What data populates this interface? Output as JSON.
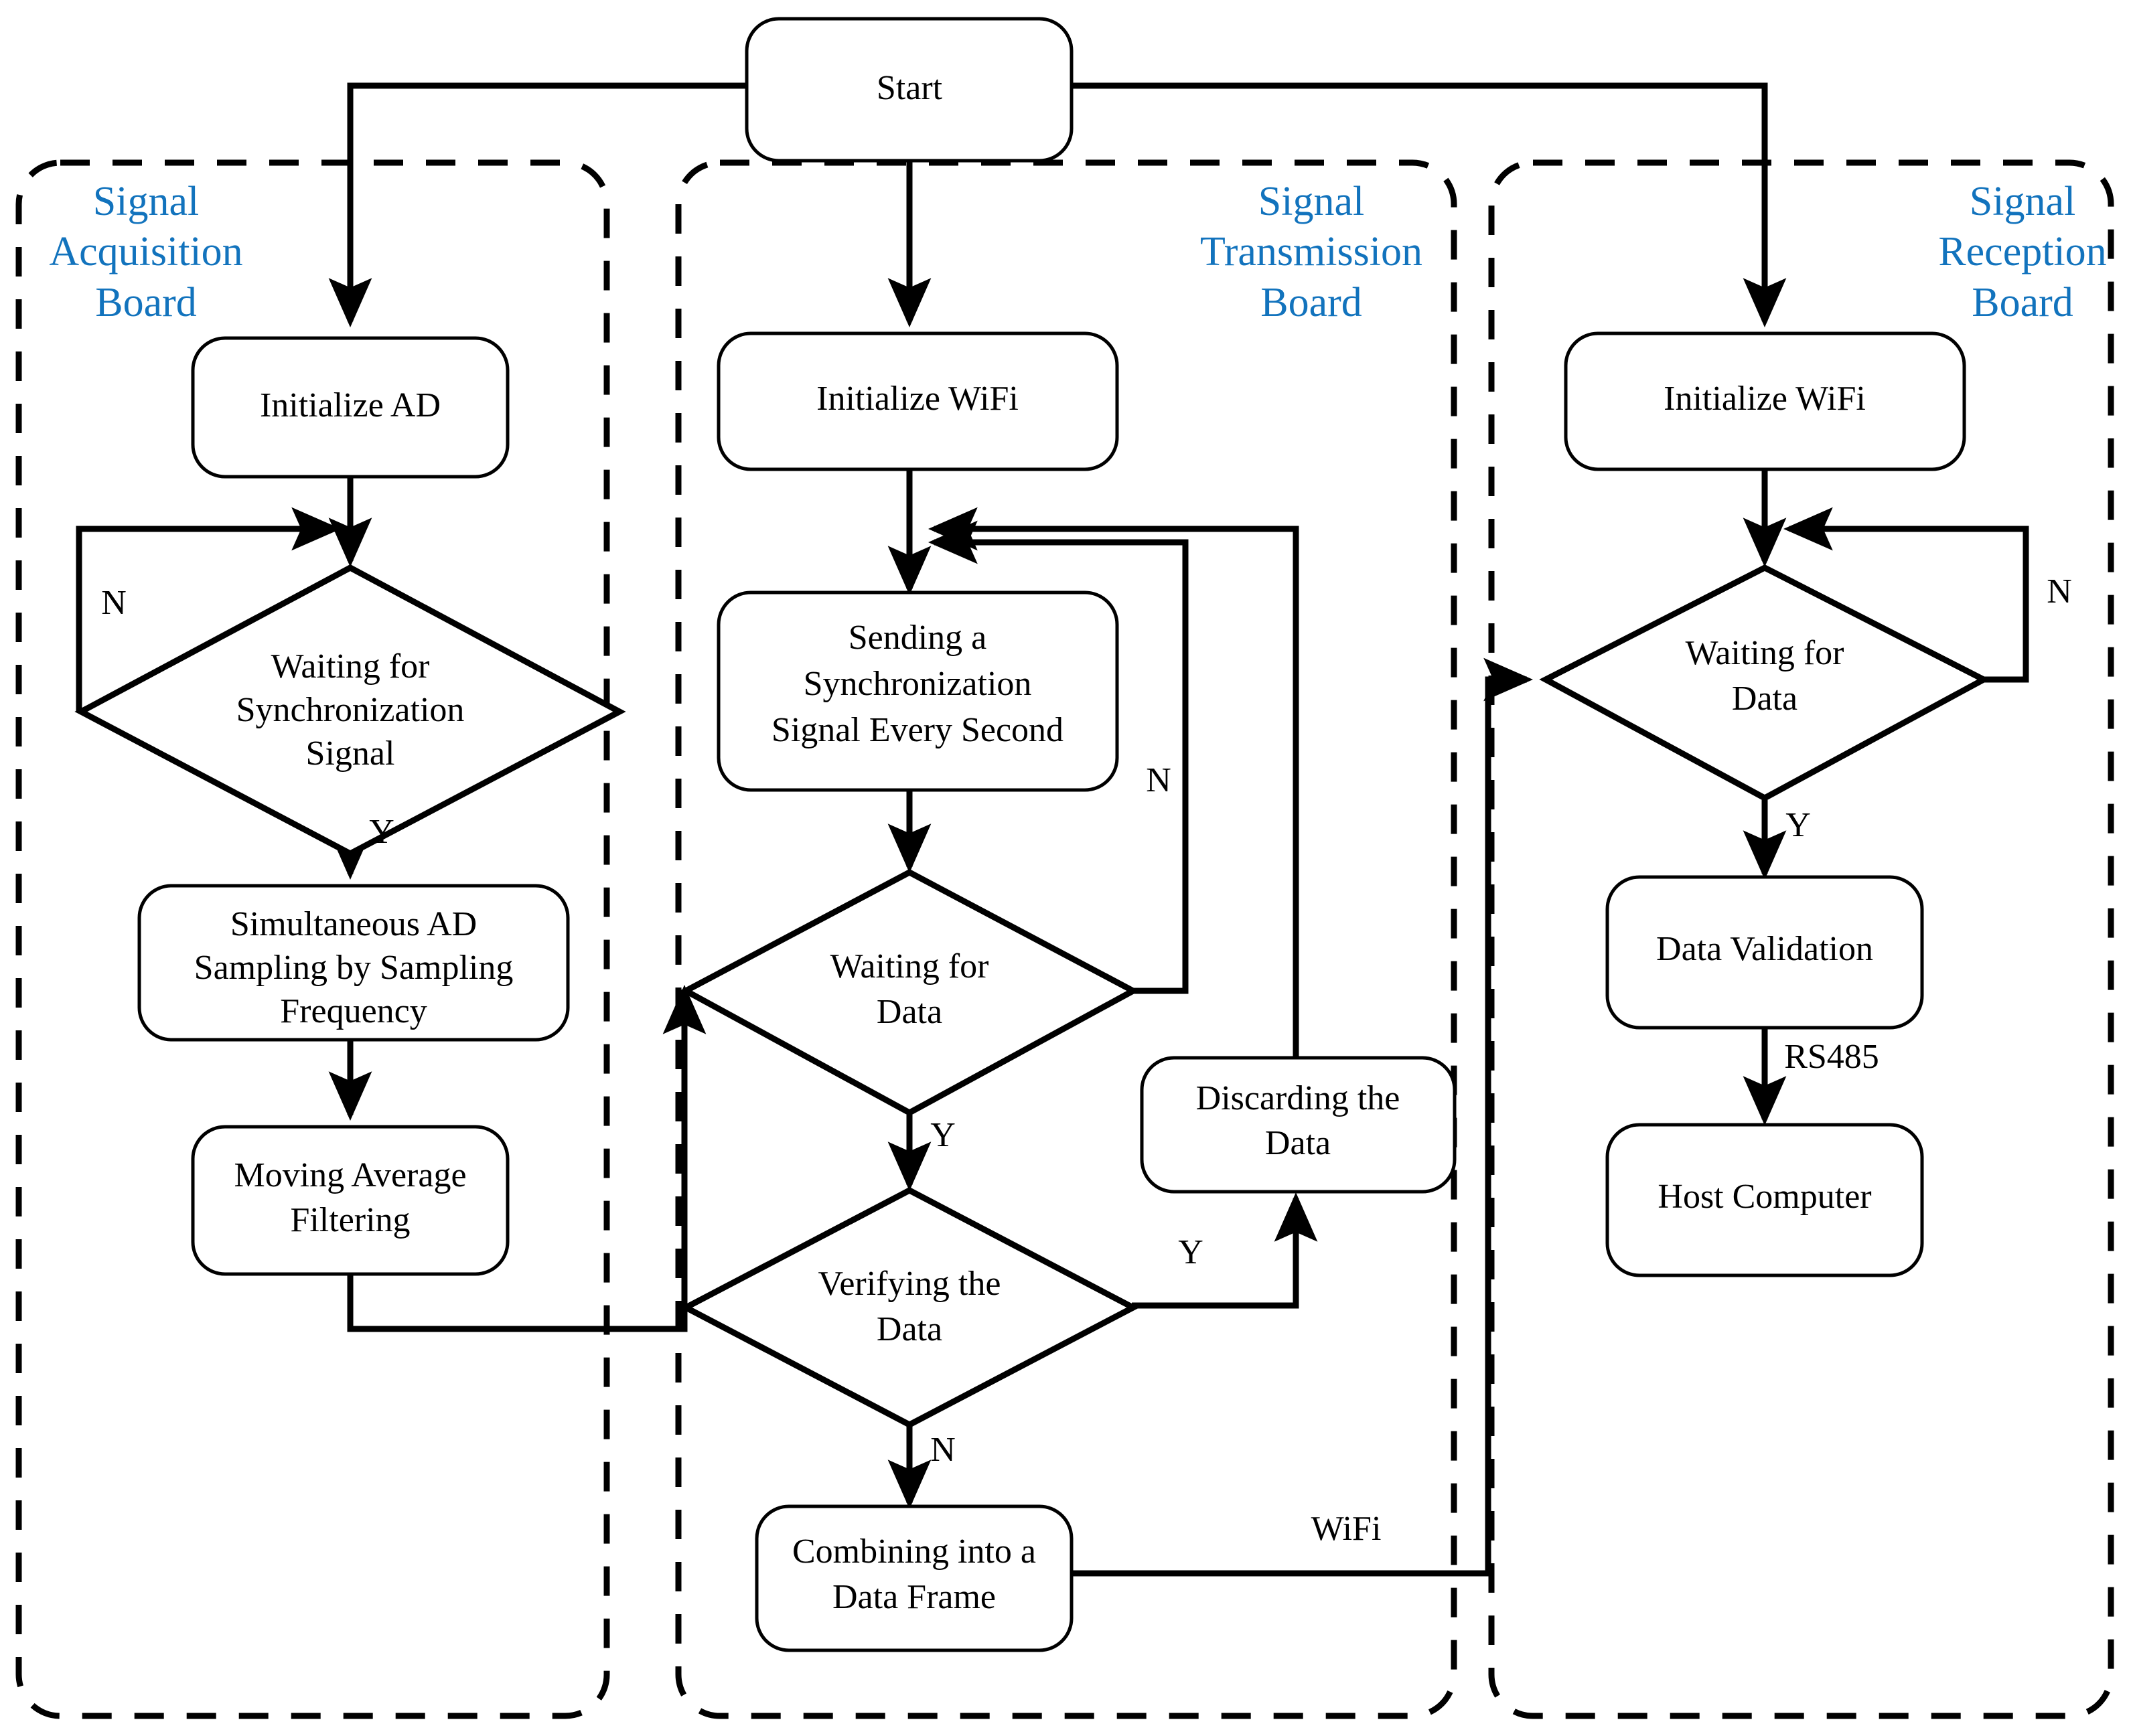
{
  "diagram": {
    "title": "Signal acquisition, transmission and reception flowchart",
    "accent_color": "#1273bd",
    "line_color": "#000000",
    "background": "#ffffff"
  },
  "panels": [
    {
      "id": "acquisition",
      "label_lines": [
        "Signal",
        "Acquisition",
        "Board"
      ]
    },
    {
      "id": "transmission",
      "label_lines": [
        "Signal",
        "Transmission",
        "Board"
      ]
    },
    {
      "id": "reception",
      "label_lines": [
        "Signal",
        "Reception",
        "Board"
      ]
    }
  ],
  "nodes": {
    "start": {
      "label": "Start",
      "shape": "rounded-rect"
    },
    "init_ad": {
      "label": "Initialize AD",
      "shape": "rounded-rect"
    },
    "wait_sync": {
      "label_lines": [
        "Waiting for",
        "Synchronization",
        "Signal"
      ],
      "shape": "diamond"
    },
    "simul_ad": {
      "label_lines": [
        "Simultaneous AD",
        "Sampling by Sampling",
        "Frequency"
      ],
      "shape": "rounded-rect"
    },
    "moving_avg": {
      "label_lines": [
        "Moving Average",
        "Filtering"
      ],
      "shape": "rounded-rect"
    },
    "init_wifi_tx": {
      "label": "Initialize WiFi",
      "shape": "rounded-rect"
    },
    "send_sync": {
      "label_lines": [
        "Sending a",
        "Synchronization",
        "Signal Every Second"
      ],
      "shape": "rounded-rect"
    },
    "wait_data_tx": {
      "label_lines": [
        "Waiting for",
        "Data"
      ],
      "shape": "diamond"
    },
    "verify_data": {
      "label_lines": [
        "Verifying the",
        "Data"
      ],
      "shape": "diamond"
    },
    "discard_data": {
      "label_lines": [
        "Discarding the",
        "Data"
      ],
      "shape": "rounded-rect"
    },
    "combine_frame": {
      "label_lines": [
        "Combining into a",
        "Data Frame"
      ],
      "shape": "rounded-rect"
    },
    "init_wifi_rx": {
      "label": "Initialize WiFi",
      "shape": "rounded-rect"
    },
    "wait_data_rx": {
      "label_lines": [
        "Waiting for",
        "Data"
      ],
      "shape": "diamond"
    },
    "data_validation": {
      "label": "Data Validation",
      "shape": "rounded-rect"
    },
    "host_computer": {
      "label": "Host Computer",
      "shape": "rounded-rect"
    }
  },
  "edge_labels": {
    "acq_sync_no": "N",
    "acq_sync_yes": "Y",
    "tx_wait_no": "N",
    "tx_wait_yes": "Y",
    "tx_verify_yes": "Y",
    "tx_verify_no": "N",
    "tx_wifi": "WiFi",
    "rx_wait_no": "N",
    "rx_wait_yes": "Y",
    "rx_rs485": "RS485"
  }
}
